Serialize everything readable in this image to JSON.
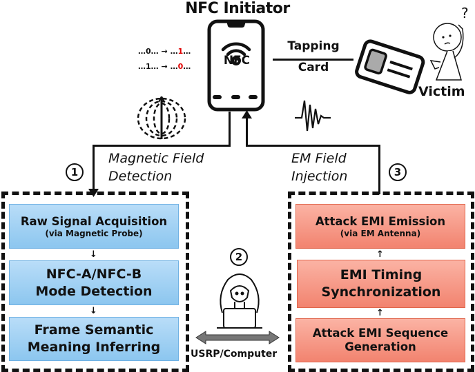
{
  "title": "NFC Initiator",
  "phone": {
    "label": "NFC"
  },
  "bit_flips": [
    {
      "from": "…0…",
      "arrow": "→",
      "to_prefix": "…",
      "to_bit": "1",
      "to_suffix": "…"
    },
    {
      "from": "…1…",
      "arrow": "→",
      "to_prefix": "…",
      "to_bit": "0",
      "to_suffix": "…"
    }
  ],
  "tapping": {
    "top": "Tapping",
    "bottom": "Card"
  },
  "victim": {
    "label": "Victim",
    "thought": "?"
  },
  "steps": {
    "one": {
      "number": "1",
      "label_line1": "Magnetic Field",
      "label_line2": "Detection"
    },
    "two": {
      "number": "2",
      "label": "USRP/Computer"
    },
    "three": {
      "number": "3",
      "label_line1": "EM Field",
      "label_line2": "Injection"
    }
  },
  "left_pipeline": [
    {
      "title": "Raw Signal Acquisition",
      "subtitle": "(via Magnetic Probe)"
    },
    {
      "title_line1": "NFC-A/NFC-B",
      "title_line2": "Mode Detection"
    },
    {
      "title_line1": "Frame Semantic",
      "title_line2": "Meaning Inferring"
    }
  ],
  "right_pipeline": [
    {
      "title": "Attack EMI Emission",
      "subtitle": "(via EM Antenna)"
    },
    {
      "title_line1": "EMI Timing",
      "title_line2": "Synchronization"
    },
    {
      "title_line1": "Attack EMI Sequence",
      "title_line2": "Generation"
    }
  ],
  "colors": {
    "blue_box": "#a3d1f4",
    "red_box": "#f79b88",
    "flipped_bit": "#e00000"
  }
}
